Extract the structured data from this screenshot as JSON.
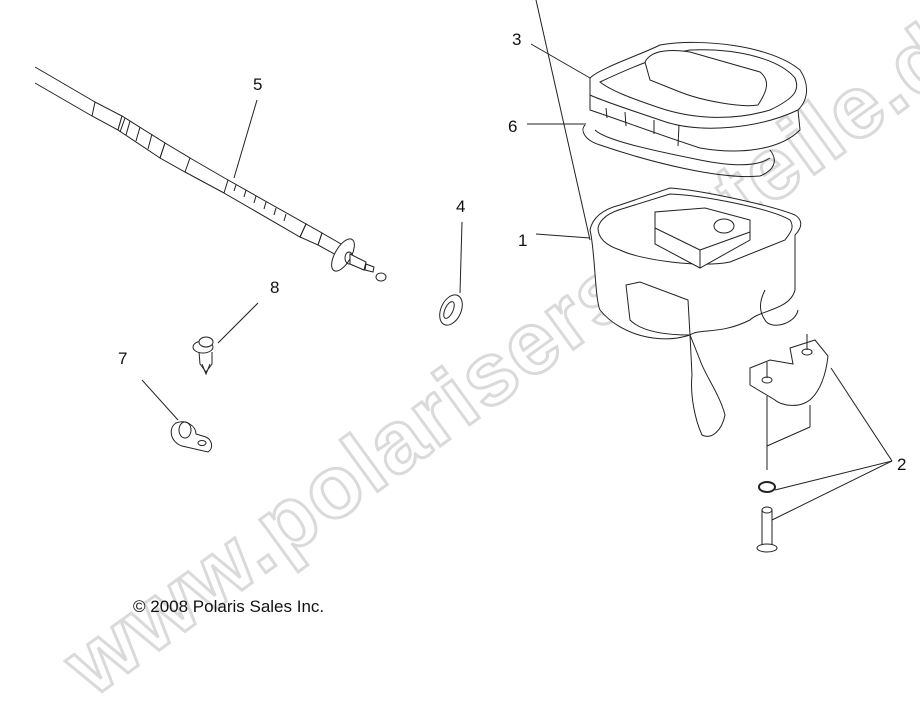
{
  "diagram": {
    "type": "exploded-parts-diagram",
    "watermark": "www.polarisersatzteile.de",
    "copyright": "© 2008 Polaris Sales Inc.",
    "callouts": [
      {
        "number": "1",
        "part": "switch housing"
      },
      {
        "number": "2",
        "part": "clamp, washer and screw set"
      },
      {
        "number": "3",
        "part": "housing cover"
      },
      {
        "number": "4",
        "part": "washer"
      },
      {
        "number": "5",
        "part": "throttle cable"
      },
      {
        "number": "6",
        "part": "gasket"
      },
      {
        "number": "7",
        "part": "cable clamp"
      },
      {
        "number": "8",
        "part": "push rivet"
      }
    ],
    "colors": {
      "line": "#222222",
      "watermark_stroke": "#d9d9d9",
      "background": "#ffffff"
    }
  }
}
